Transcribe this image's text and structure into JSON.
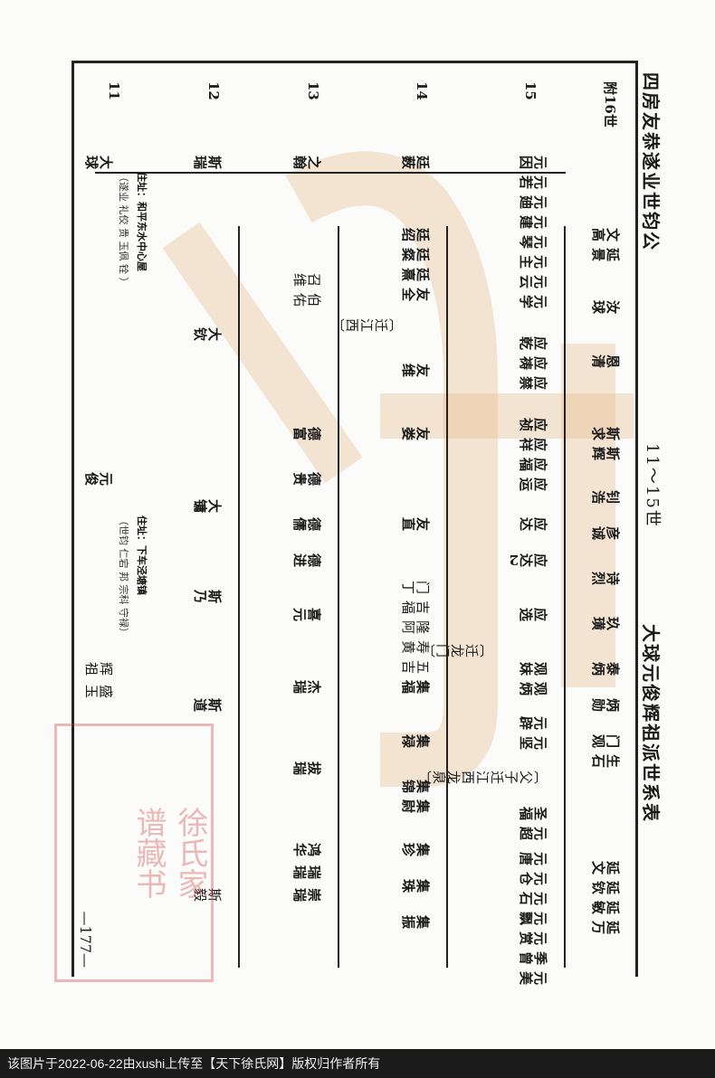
{
  "header": {
    "title_left": "四房友恭遂业世钧公",
    "title_mid": "11～15世",
    "title_right": "大球元俊辉祖派世系表"
  },
  "gens": [
    "11",
    "12",
    "13",
    "14",
    "15",
    "附16世"
  ],
  "notes": {
    "n1": "（遂业 礼佼 贵 玉佩 铨 ）",
    "n1_addr": "住址：和平东水中心屋",
    "n2": "（世钧 仁宕 邦 宗科 守禄）",
    "n2_addr": "住址：下车泾塘镇"
  },
  "people": {
    "g11": [
      "大球",
      "元俊",
      "辉祖",
      "盛玉"
    ],
    "g12": [
      "斯瑞",
      "大钦",
      "大镛",
      "斯乃",
      "斯道",
      "斯毅"
    ],
    "g13": [
      "之翰",
      "召维",
      "伯佑",
      "德富",
      "德贵",
      "德儒",
      "德进",
      "喜元",
      "杰瑞",
      "拔瑞",
      "鸿华",
      "瑞瑞",
      "崇瑞"
    ],
    "g14": [
      "廷薮",
      "廷绍",
      "廷粲",
      "廷熹",
      "友全",
      "友维",
      "友娄",
      "友直",
      "门丁",
      "吉福",
      "隆阿",
      "寿黄",
      "五吉",
      "集福",
      "集禄",
      "集锦",
      "集尉",
      "集珍",
      "集珠",
      "集振"
    ],
    "g15": [
      "元因",
      "元若",
      "元廸",
      "元建",
      "元琴",
      "元主",
      "元云",
      "元学",
      "应乾",
      "应祷",
      "应禁",
      "应祯",
      "应祥",
      "应福",
      "应运",
      "应达",
      "应达2",
      "应选",
      "观妹",
      "观炳",
      "元辟",
      "元坚",
      "圣福",
      "元超",
      "元唐",
      "元仓",
      "元石",
      "元飘",
      "元赏",
      "季曾",
      "元美"
    ],
    "g16": [
      "文高",
      "延景",
      "汝球",
      "恩清",
      "斯求",
      "斯辉",
      "钊浩",
      "彦诚",
      "诗烈",
      "玖璜",
      "泰炳",
      "炳勋",
      "门观",
      "生石",
      "延文",
      "延钦",
      "延敏",
      "延万"
    ]
  },
  "migrations": [
    "〔迁江西〕",
    "〔迁龙门〕",
    "〔父子迁江西龙泉〕"
  ],
  "page_number": "—177—",
  "footer_text": "该图片于2022-06-22由xushi上传至【天下徐氏网】版权归作者所有",
  "colors": {
    "watermark": "#e6b98a",
    "seal": "#c83c3c"
  }
}
